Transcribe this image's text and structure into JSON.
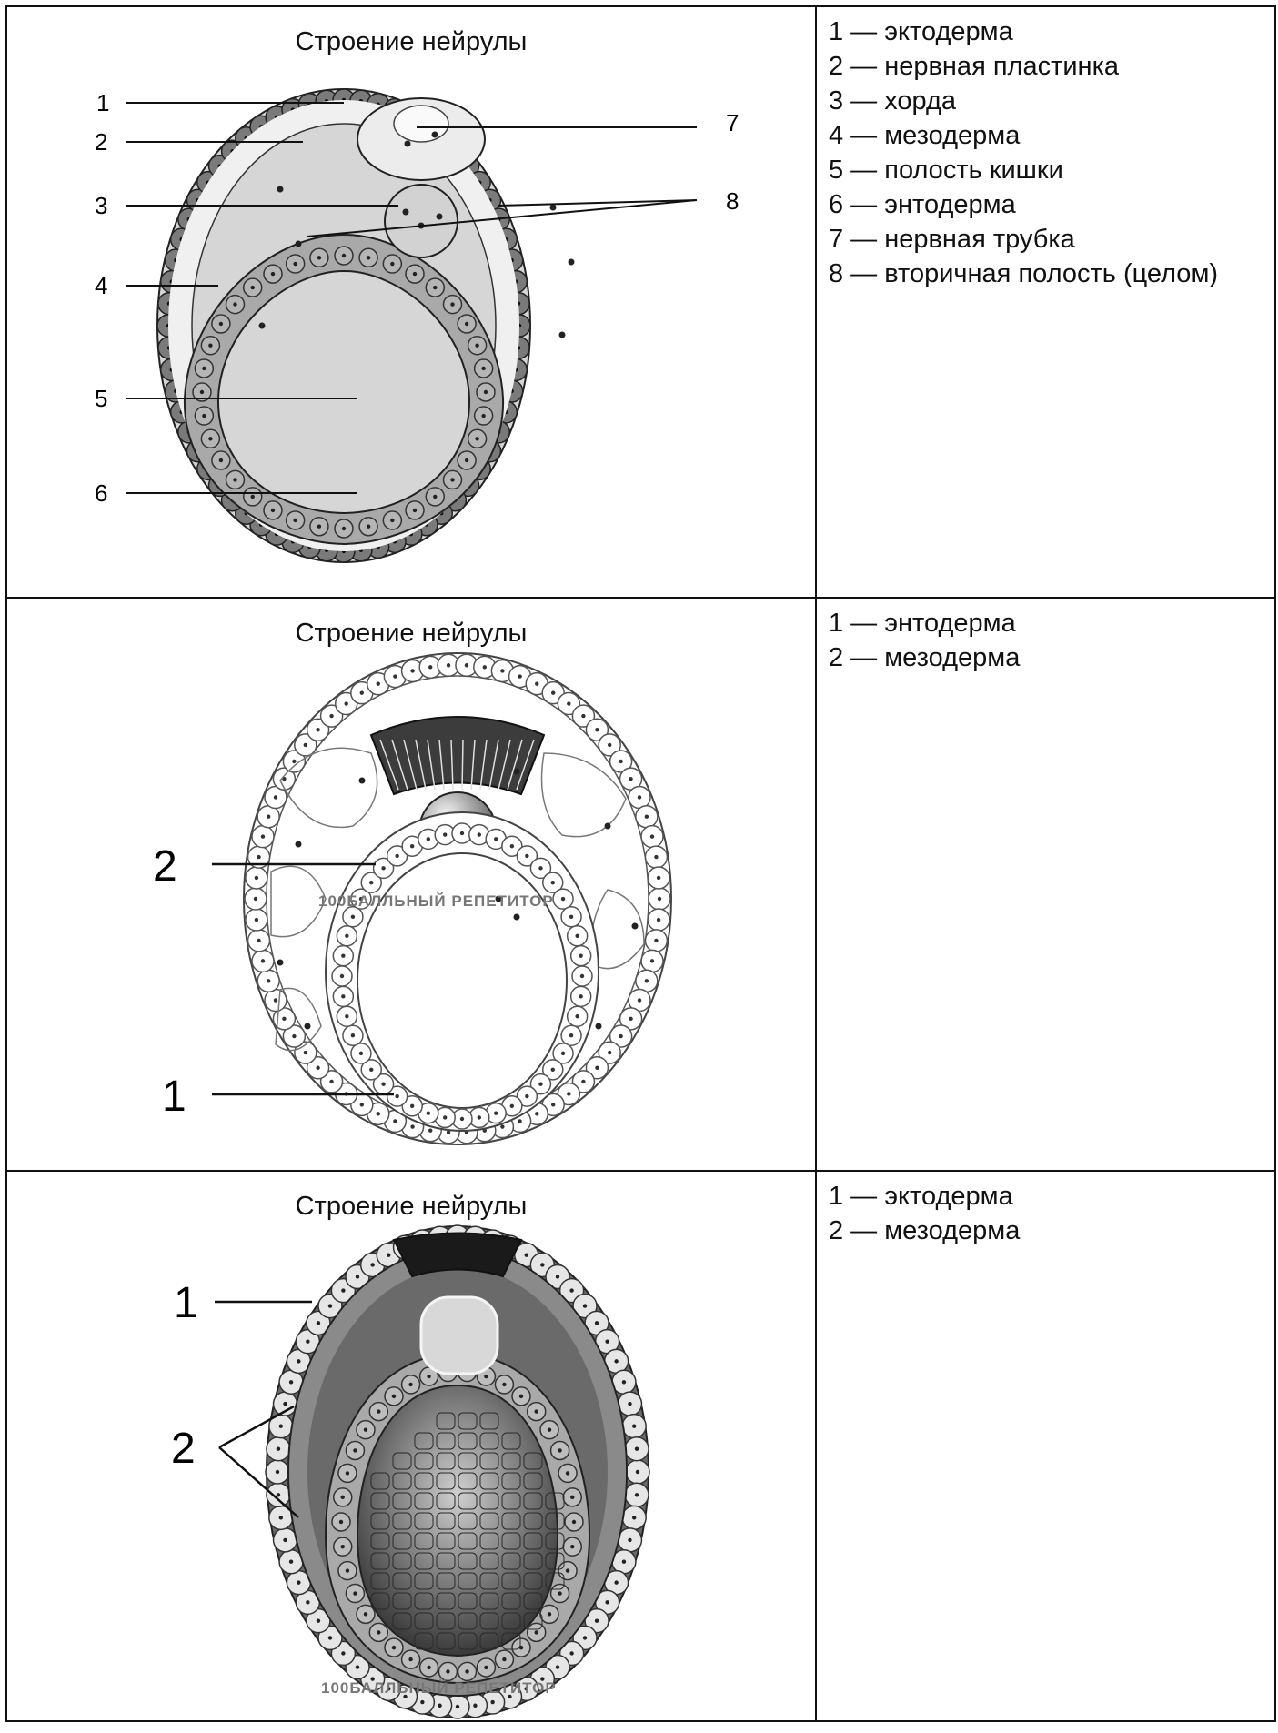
{
  "panels": [
    {
      "caption": "Строение нейрулы",
      "labels": [
        "1",
        "2",
        "3",
        "4",
        "5",
        "6",
        "7",
        "8"
      ],
      "legend": [
        "1 — эктодерма",
        "2 — нервная пластинка",
        "3 — хорда",
        "4 — мезодерма",
        "5 — полость кишки",
        "6 — энтодерма",
        "7 — нервная трубка",
        "8 — вторичная полость (целом)"
      ]
    },
    {
      "caption": "Строение нейрулы",
      "labels": [
        "2",
        "1"
      ],
      "watermark": "100БАЛЛЬНЫЙ РЕПЕТИТОР",
      "legend": [
        "1 — энтодерма",
        "2 — мезодерма"
      ]
    },
    {
      "caption": "Строение нейрулы",
      "labels": [
        "1",
        "2"
      ],
      "watermark": "100БАЛЛЬНЫЙ РЕПЕТИТОР",
      "legend": [
        "1 — эктодерма",
        "2 — мезодерма"
      ]
    }
  ],
  "colors": {
    "ectoderm_dark": "#6f6f6f",
    "mesoderm_light": "#e6e6e6",
    "cavity": "#d2d2d2",
    "endoderm": "#a9a9a9",
    "dark_fill": "#3c3c3c"
  }
}
